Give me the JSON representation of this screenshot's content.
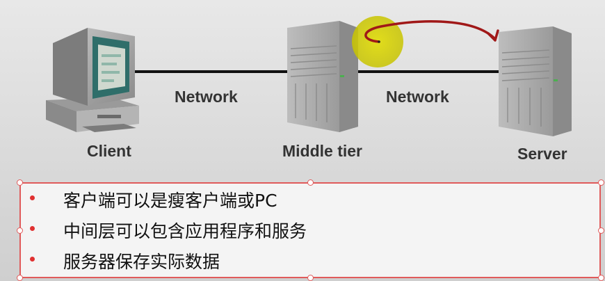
{
  "diagram": {
    "labels": {
      "client": "Client",
      "middle_tier": "Middle tier",
      "server": "Server",
      "network_left": "Network",
      "network_right": "Network"
    },
    "colors": {
      "background": "#dcdcdc",
      "text": "#333333",
      "highlight": "#d6d200",
      "arrow": "#a01818",
      "box_border": "#e05a5a",
      "bullet": "#e03030"
    }
  },
  "bullets": [
    "客户端可以是瘦客户端或PC",
    "中间层可以包含应用程序和服务",
    "服务器保存实际数据"
  ]
}
